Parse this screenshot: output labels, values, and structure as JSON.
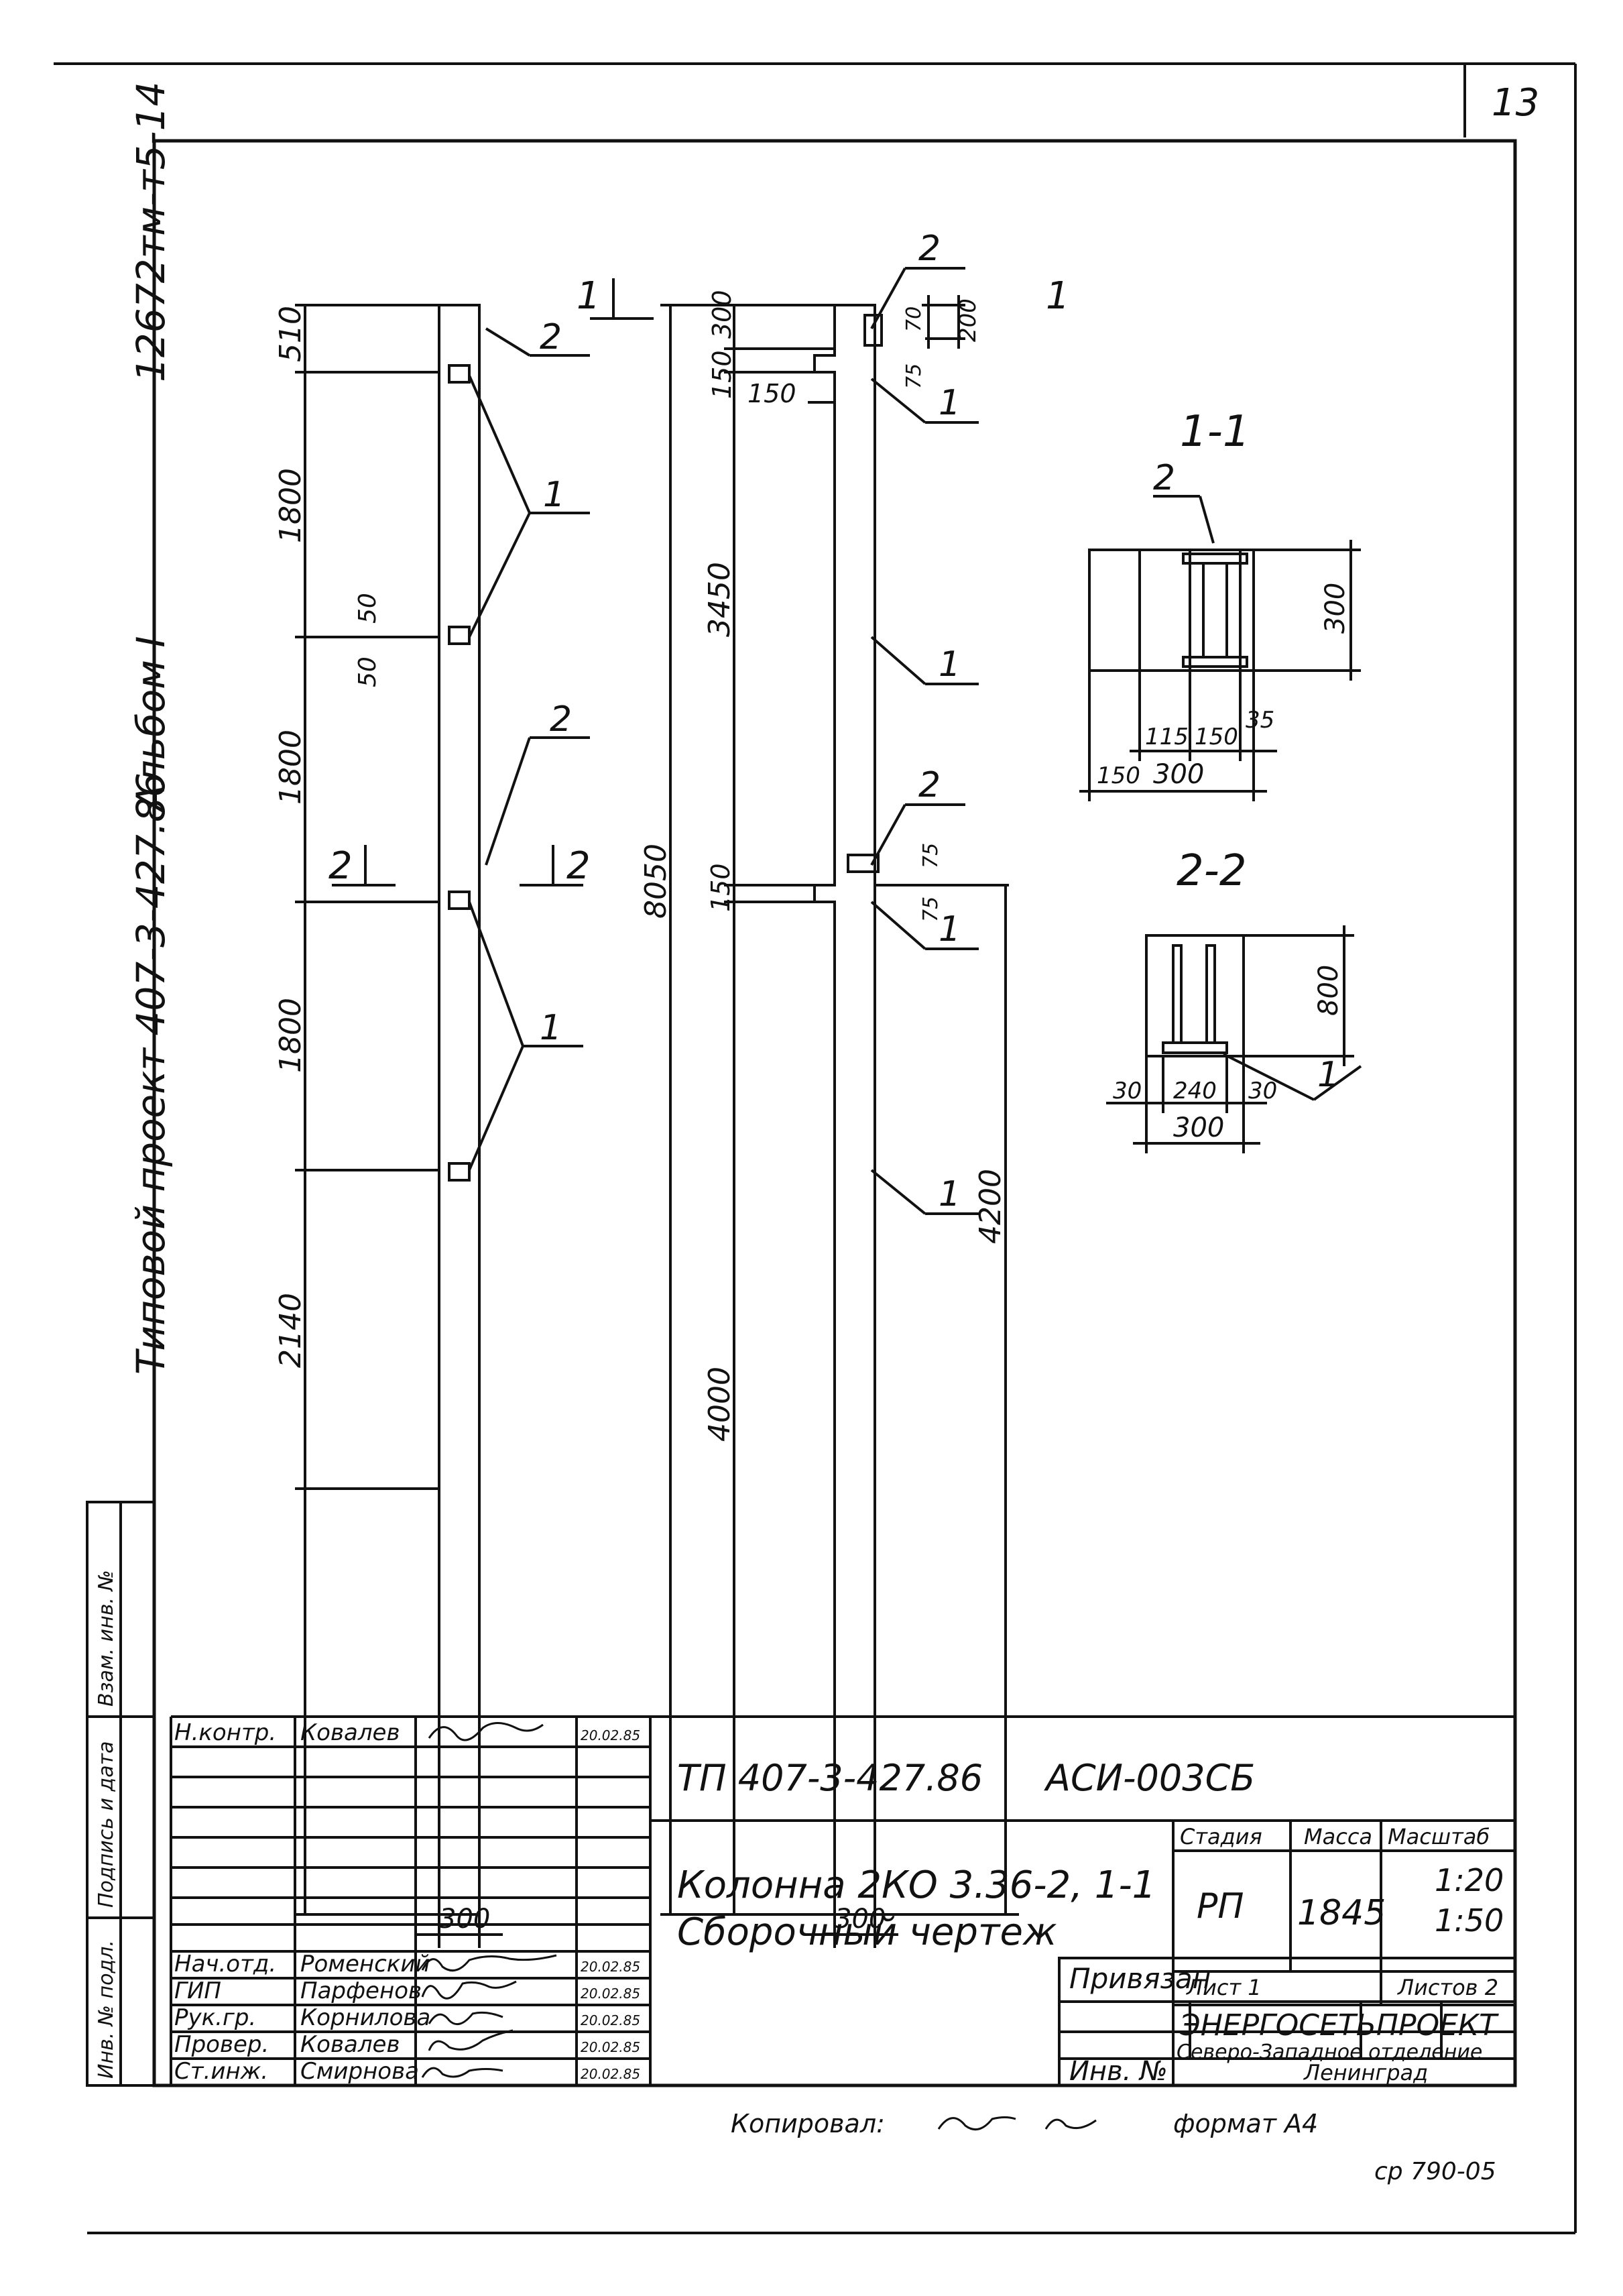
{
  "sheet_number": "13",
  "margin_text": {
    "top_code": "12672тм-т5-14",
    "project": "Типовой проект 407-3-427.86",
    "album": "Альбом I"
  },
  "left_strip": {
    "vzam_inv": "Взам. инв. №",
    "signature_date": "Подпись и дата",
    "inv_podl": "Инв. № подл."
  },
  "drawing": {
    "front_view": {
      "dims_left": [
        "510",
        "1800",
        "1800",
        "1800",
        "2140"
      ],
      "small_dims": [
        "50",
        "50"
      ],
      "width": "300",
      "callouts": [
        "2",
        "1",
        "2",
        "1"
      ],
      "section_marks": [
        "1",
        "1",
        "2",
        "2"
      ]
    },
    "side_view": {
      "dims_left": [
        "300",
        "150",
        "150",
        "3450",
        "8050",
        "150",
        "4000"
      ],
      "dims_right": [
        "200",
        "70",
        "75",
        "75",
        "75",
        "4200"
      ],
      "width": "300",
      "callouts": [
        "2",
        "1",
        "1",
        "2",
        "1",
        "1"
      ]
    },
    "section_1_1": {
      "title": "1-1",
      "callout": "2",
      "dims": [
        "300",
        "115",
        "150",
        "35",
        "150",
        "300"
      ]
    },
    "section_2_2": {
      "title": "2-2",
      "callout": "1",
      "dims": [
        "800",
        "30",
        "240",
        "30",
        "300"
      ]
    }
  },
  "privyazan": {
    "title": "Привязан",
    "inv_label": "Инв. №"
  },
  "title_block": {
    "code": "ТП 407-3-427.86",
    "doc_code": "АСИ-003СБ",
    "name_line1": "Колонна 2КО 3.36-2, 1-1",
    "name_line2": "Сборочный чертеж",
    "stage_label": "Стадия",
    "stage_value": "РП",
    "mass_label": "Масса",
    "mass_value": "1845",
    "scale_label": "Масштаб",
    "scale_1": "1:20",
    "scale_2": "1:50",
    "sheet_label": "Лист 1",
    "sheets_label": "Листов 2",
    "org_name": "ЭНЕРГОСЕТЬПРОЕКТ",
    "org_dept": "Северо-Западное отделение",
    "org_city": "Ленинград",
    "rows": [
      {
        "role": "Н.контр.",
        "name": "Ковалев",
        "date": "20.02.85"
      },
      {
        "role": "Нач.отд.",
        "name": "Роменский",
        "date": "20.02.85"
      },
      {
        "role": "ГИП",
        "name": "Парфенов",
        "date": "20.02.85"
      },
      {
        "role": "Рук.гр.",
        "name": "Корнилова",
        "date": "20.02.85"
      },
      {
        "role": "Провер.",
        "name": "Ковалев",
        "date": "20.02.85"
      },
      {
        "role": "Ст.инж.",
        "name": "Смирнова",
        "date": "20.02.85"
      }
    ]
  },
  "footer": {
    "copied": "Копировал: ",
    "format": "формат А4",
    "stamp": "ср 790-05"
  }
}
